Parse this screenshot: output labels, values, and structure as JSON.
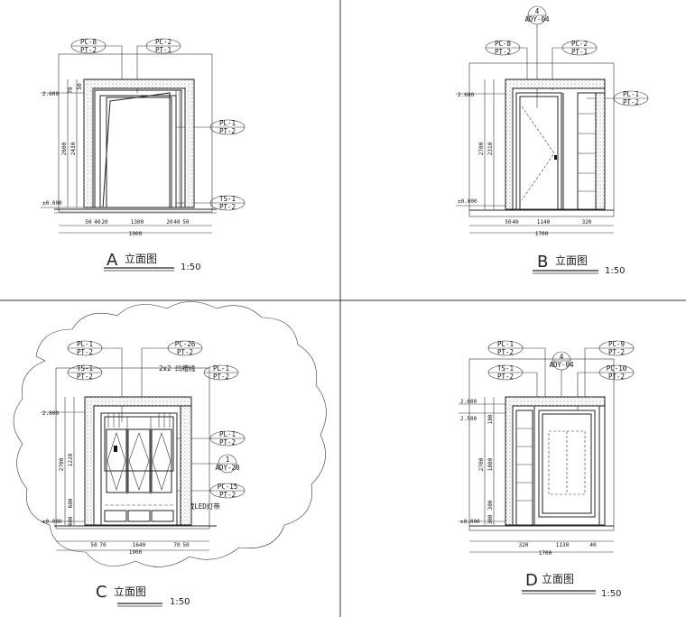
{
  "panels": {
    "a": {
      "letter": "A",
      "title": "立面图",
      "scale": "1:50",
      "tags": [
        "PC-8",
        "PT-2",
        "PC-2",
        "PT-1",
        "PL-1",
        "PT-2",
        "TS-1",
        "PT-2"
      ],
      "levels": [
        "2.600",
        "±0.000"
      ],
      "dims_h": [
        "50",
        "40",
        "20",
        "1300",
        "20",
        "40",
        "50",
        "1900"
      ],
      "dims_v": [
        "70",
        "50",
        "2600",
        "2430"
      ]
    },
    "b": {
      "letter": "B",
      "title": "立面图",
      "scale": "1:50",
      "tags": [
        "PC-8",
        "PT-2",
        "PC-2",
        "PT-1",
        "PL-1",
        "PT-2"
      ],
      "callout": {
        "number": "4",
        "ref": "ADY-04"
      },
      "levels": [
        "2.600",
        "±0.000"
      ],
      "dims_h": [
        "50",
        "40",
        "1140",
        "320",
        "1700"
      ],
      "dims_v": [
        "2700",
        "2310"
      ]
    },
    "c": {
      "letter": "C",
      "title": "立面图",
      "scale": "1:50",
      "tags": [
        "PL-1",
        "PT-2",
        "PC-26",
        "PT-2",
        "TS-1",
        "PT-2",
        "PL-1",
        "PT-2",
        "PL-1",
        "PT-2",
        "PC-15",
        "PT-2"
      ],
      "callout": {
        "number": "1",
        "ref": "ADY-20"
      },
      "notes": [
        "2x2 凹槽线",
        "暗藏LED灯带"
      ],
      "levels": [
        "2.600",
        "±0.000"
      ],
      "dims_h": [
        "50",
        "70",
        "1640",
        "70",
        "50",
        "1900"
      ],
      "dims_v": [
        "2700",
        "1220",
        "600",
        "400"
      ]
    },
    "d": {
      "letter": "D",
      "title": "立面图",
      "scale": "1:50",
      "tags": [
        "PL-1",
        "PT-2",
        "PC-9",
        "PT-2",
        "TS-1",
        "PT-2",
        "PC-10",
        "PT-2"
      ],
      "callout": {
        "number": "4",
        "ref": "ADY-04"
      },
      "levels": [
        "2.600",
        "2.500",
        "±0.000"
      ],
      "dims_h": [
        "320",
        "1130",
        "40",
        "1700"
      ],
      "dims_v": [
        "100",
        "1800",
        "2700",
        "300",
        "300"
      ]
    }
  }
}
